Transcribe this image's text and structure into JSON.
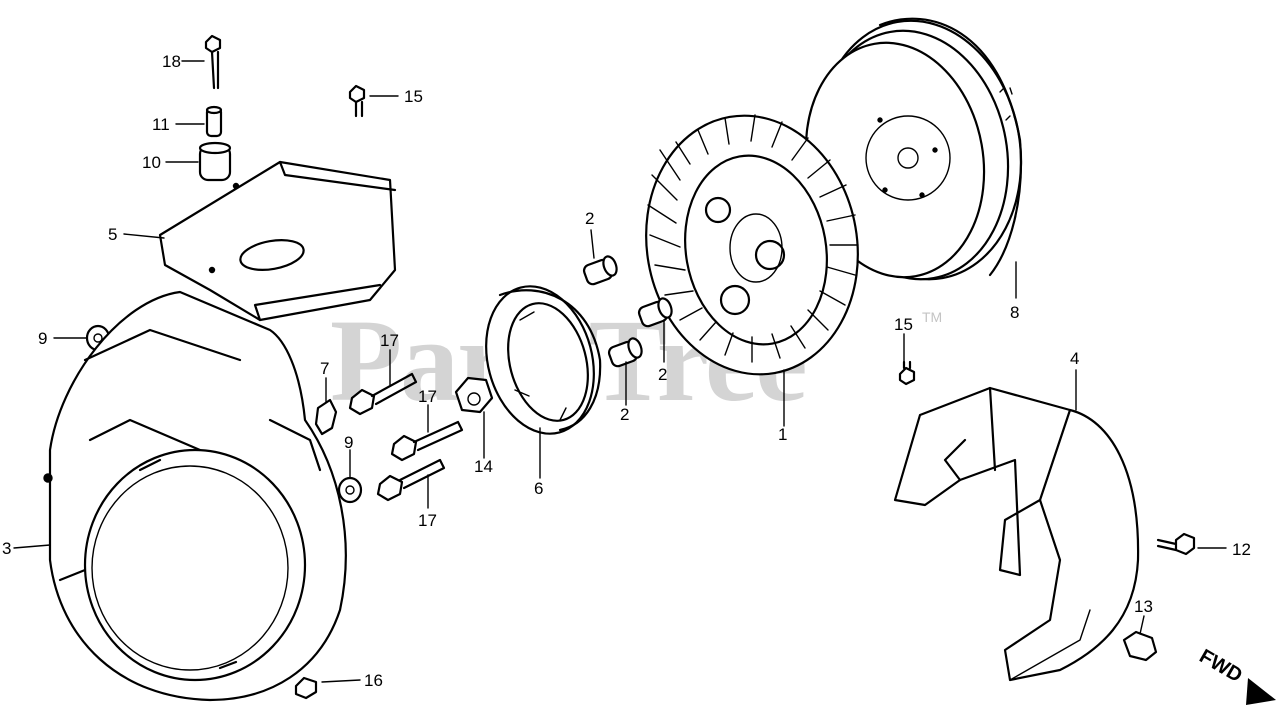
{
  "watermark": {
    "text": "PartsTree",
    "trademark": "TM"
  },
  "direction_label": "FWD",
  "callouts": [
    {
      "id": "c-18",
      "label": "18"
    },
    {
      "id": "c-15a",
      "label": "15"
    },
    {
      "id": "c-11",
      "label": "11"
    },
    {
      "id": "c-10",
      "label": "10"
    },
    {
      "id": "c-5",
      "label": "5"
    },
    {
      "id": "c-9a",
      "label": "9"
    },
    {
      "id": "c-3",
      "label": "3"
    },
    {
      "id": "c-7",
      "label": "7"
    },
    {
      "id": "c-9b",
      "label": "9"
    },
    {
      "id": "c-17a",
      "label": "17"
    },
    {
      "id": "c-17b",
      "label": "17"
    },
    {
      "id": "c-17c",
      "label": "17"
    },
    {
      "id": "c-14",
      "label": "14"
    },
    {
      "id": "c-6",
      "label": "6"
    },
    {
      "id": "c-2a",
      "label": "2"
    },
    {
      "id": "c-2b",
      "label": "2"
    },
    {
      "id": "c-2c",
      "label": "2"
    },
    {
      "id": "c-1",
      "label": "1"
    },
    {
      "id": "c-8",
      "label": "8"
    },
    {
      "id": "c-15b",
      "label": "15"
    },
    {
      "id": "c-4",
      "label": "4"
    },
    {
      "id": "c-12",
      "label": "12"
    },
    {
      "id": "c-13",
      "label": "13"
    },
    {
      "id": "c-16",
      "label": "16"
    }
  ]
}
